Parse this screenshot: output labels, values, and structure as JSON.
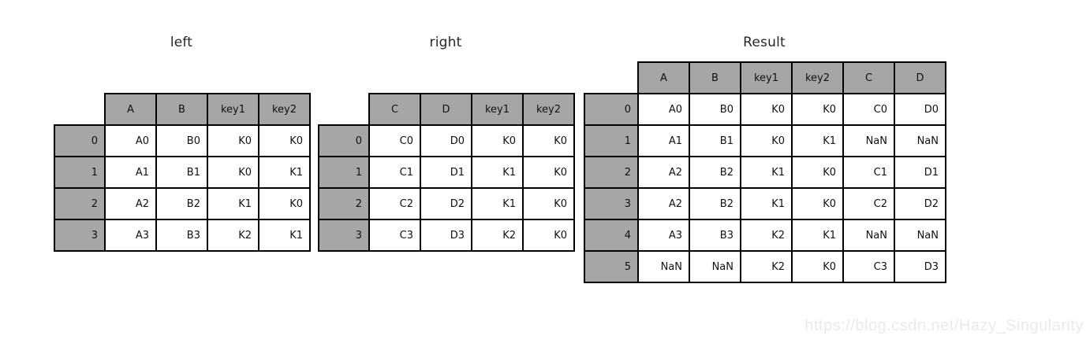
{
  "figure": {
    "watermark": "https://blog.csdn.net/Hazy_Singularity"
  },
  "colors": {
    "header_bg": "#a6a6a6",
    "cell_bg": "#ffffff",
    "border": "#000000",
    "watermark_text": "#eaeaea"
  },
  "tables": [
    {
      "title": "left",
      "columns": [
        "A",
        "B",
        "key1",
        "key2"
      ],
      "index": [
        "0",
        "1",
        "2",
        "3"
      ],
      "rows": [
        [
          "A0",
          "B0",
          "K0",
          "K0"
        ],
        [
          "A1",
          "B1",
          "K0",
          "K1"
        ],
        [
          "A2",
          "B2",
          "K1",
          "K0"
        ],
        [
          "A3",
          "B3",
          "K2",
          "K1"
        ]
      ]
    },
    {
      "title": "right",
      "columns": [
        "C",
        "D",
        "key1",
        "key2"
      ],
      "index": [
        "0",
        "1",
        "2",
        "3"
      ],
      "rows": [
        [
          "C0",
          "D0",
          "K0",
          "K0"
        ],
        [
          "C1",
          "D1",
          "K1",
          "K0"
        ],
        [
          "C2",
          "D2",
          "K1",
          "K0"
        ],
        [
          "C3",
          "D3",
          "K2",
          "K0"
        ]
      ]
    },
    {
      "title": "Result",
      "columns": [
        "A",
        "B",
        "key1",
        "key2",
        "C",
        "D"
      ],
      "index": [
        "0",
        "1",
        "2",
        "3",
        "4",
        "5"
      ],
      "rows": [
        [
          "A0",
          "B0",
          "K0",
          "K0",
          "C0",
          "D0"
        ],
        [
          "A1",
          "B1",
          "K0",
          "K1",
          "NaN",
          "NaN"
        ],
        [
          "A2",
          "B2",
          "K1",
          "K0",
          "C1",
          "D1"
        ],
        [
          "A2",
          "B2",
          "K1",
          "K0",
          "C2",
          "D2"
        ],
        [
          "A3",
          "B3",
          "K2",
          "K1",
          "NaN",
          "NaN"
        ],
        [
          "NaN",
          "NaN",
          "K2",
          "K0",
          "C3",
          "D3"
        ]
      ]
    }
  ],
  "layout_hint": {
    "description": "pandas merge illustration: left + right merged on key1/key2 (outer) producing Result with NaN fills"
  }
}
